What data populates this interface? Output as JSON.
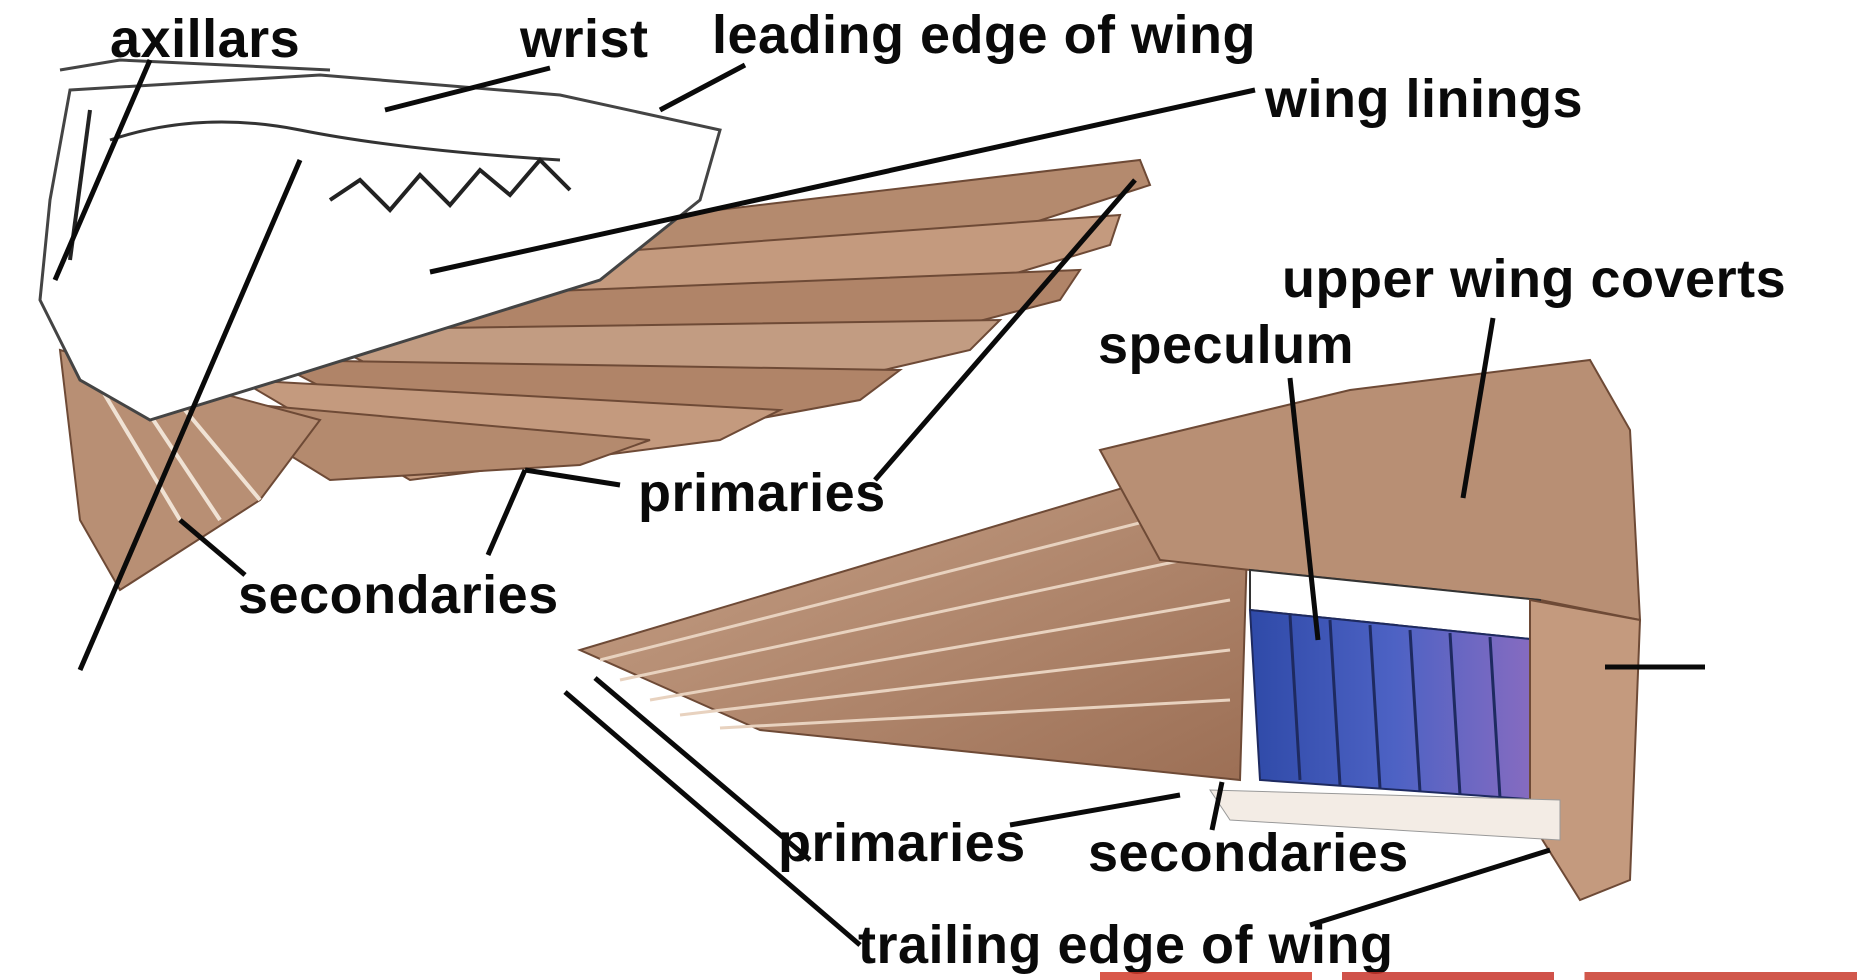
{
  "labels": {
    "axillars": "axillars",
    "wrist": "wrist",
    "leading_edge": "leading edge of wing",
    "wing_linings": "wing linings",
    "primaries_under": "primaries",
    "secondaries_under": "secondaries",
    "upper_wing_coverts": "upper wing coverts",
    "speculum": "speculum",
    "primaries_upper": "primaries",
    "secondaries_upper": "secondaries",
    "trailing_edge": "trailing edge of wing"
  },
  "colors": {
    "feather_brown": "#b48a6e",
    "feather_dark": "#8a5f45",
    "feather_light": "#e8d2bf",
    "white_lining": "#ffffff",
    "speculum_blue": "#3a4fb0",
    "speculum_purple": "#7a5bb8",
    "leader_line": "#0a0a0a"
  }
}
